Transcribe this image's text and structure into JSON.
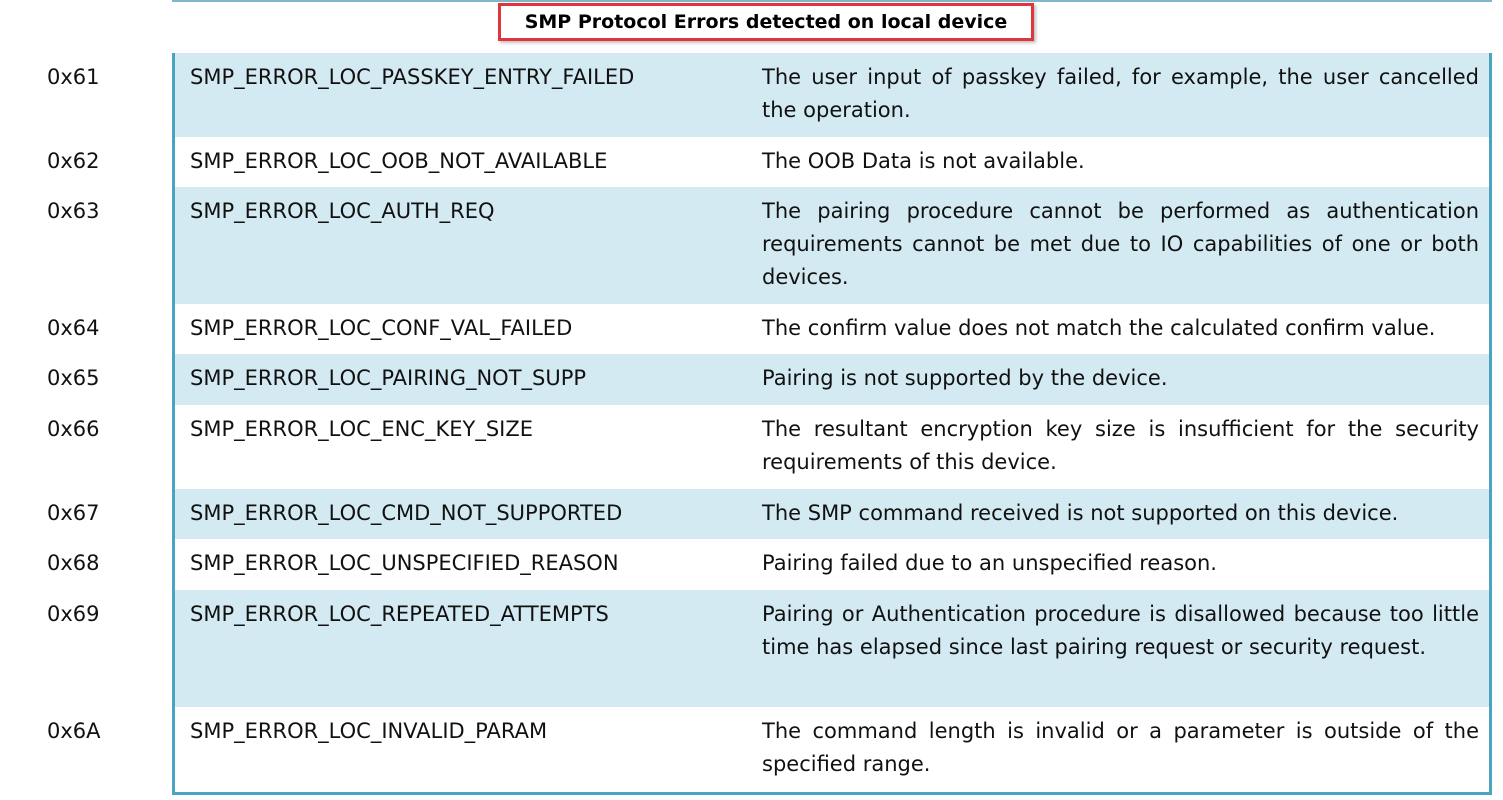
{
  "caption": "SMP Protocol Errors detected on local device",
  "rows": [
    {
      "code": "0x61",
      "name": "SMP_ERROR_LOC_PASSKEY_ENTRY_FAILED",
      "description": "The user input of passkey failed, for example, the user cancelled the operation."
    },
    {
      "code": "0x62",
      "name": "SMP_ERROR_LOC_OOB_NOT_AVAILABLE",
      "description": "The OOB Data is not available."
    },
    {
      "code": "0x63",
      "name": "SMP_ERROR_LOC_AUTH_REQ",
      "description": "The pairing procedure cannot be performed as authentication requirements cannot be met due to IO capabilities of one or both devices."
    },
    {
      "code": "0x64",
      "name": "SMP_ERROR_LOC_CONF_VAL_FAILED",
      "description": "The confirm value does not match the calculated confirm value."
    },
    {
      "code": "0x65",
      "name": "SMP_ERROR_LOC_PAIRING_NOT_SUPP",
      "description": "Pairing is not supported by the device."
    },
    {
      "code": "0x66",
      "name": "SMP_ERROR_LOC_ENC_KEY_SIZE",
      "description": "The resultant encryption key size is insufficient for the security requirements of this device."
    },
    {
      "code": "0x67",
      "name": "SMP_ERROR_LOC_CMD_NOT_SUPPORTED",
      "description": "The SMP command received is not supported on this device."
    },
    {
      "code": "0x68",
      "name": "SMP_ERROR_LOC_UNSPECIFIED_REASON",
      "description": "Pairing failed due to an unspecified reason."
    },
    {
      "code": "0x69",
      "name": "SMP_ERROR_LOC_REPEATED_ATTEMPTS",
      "description": "Pairing or Authentication procedure is disallowed because too little time has elapsed since last pairing request or security request."
    },
    {
      "code": "0x6A",
      "name": "SMP_ERROR_LOC_INVALID_PARAM",
      "description": "The command length is invalid or a parameter is outside of the specified range."
    }
  ]
}
